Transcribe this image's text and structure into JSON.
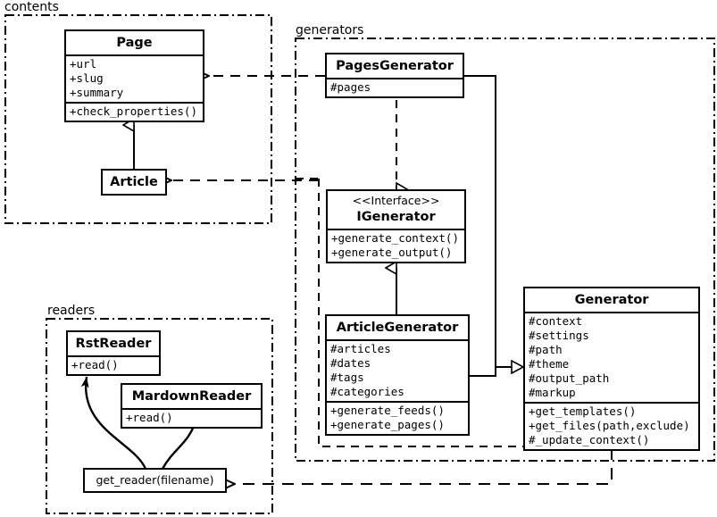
{
  "diagram": {
    "kind": "uml-class-diagram",
    "packages": [
      {
        "id": "contents",
        "label": "contents"
      },
      {
        "id": "generators",
        "label": "generators"
      },
      {
        "id": "readers",
        "label": "readers"
      }
    ]
  },
  "classes": {
    "page": {
      "name": "Page",
      "attributes": [
        "+url",
        "+slug",
        "+summary"
      ],
      "methods": [
        "+check_properties()"
      ]
    },
    "article": {
      "name": "Article",
      "attributes": [],
      "methods": []
    },
    "pages_generator": {
      "name": "PagesGenerator",
      "attributes": [
        "#pages"
      ],
      "methods": []
    },
    "igenerator": {
      "stereotype": "<<Interface>>",
      "name": "IGenerator",
      "attributes": [],
      "methods": [
        "+generate_context()",
        "+generate_output()"
      ]
    },
    "article_generator": {
      "name": "ArticleGenerator",
      "attributes": [
        "#articles",
        "#dates",
        "#tags",
        "#categories"
      ],
      "methods": [
        "+generate_feeds()",
        "+generate_pages()"
      ]
    },
    "generator": {
      "name": "Generator",
      "attributes": [
        "#context",
        "#settings",
        "#path",
        "#theme",
        "#output_path",
        "#markup"
      ],
      "methods": [
        "+get_templates()",
        "+get_files(path,exclude)",
        "#_update_context()"
      ]
    },
    "rst_reader": {
      "name": "RstReader",
      "attributes": [],
      "methods": [
        "+read()"
      ]
    },
    "mardown_reader": {
      "name": "MardownReader",
      "attributes": [],
      "methods": [
        "+read()"
      ]
    },
    "get_reader": {
      "name": "get_reader(filename)"
    }
  },
  "relations": [
    {
      "id": "page-article-generalization",
      "from": "Article",
      "to": "Page",
      "type": "generalization"
    },
    {
      "id": "pagesgenerator-page-dependency",
      "from": "PagesGenerator",
      "to": "Page",
      "type": "dependency"
    },
    {
      "id": "pagesgenerator-article-dependency",
      "from": "PagesGenerator",
      "to": "Article",
      "type": "dependency"
    },
    {
      "id": "pagesgenerator-igenerator-realize",
      "from": "PagesGenerator",
      "to": "IGenerator",
      "type": "realization"
    },
    {
      "id": "articlegenerator-igenerator-realize",
      "from": "ArticleGenerator",
      "to": "IGenerator",
      "type": "generalization"
    },
    {
      "id": "pagesgenerator-generator-general",
      "from": "PagesGenerator",
      "to": "Generator",
      "type": "generalization"
    },
    {
      "id": "articlegenerator-generator-general",
      "from": "ArticleGenerator",
      "to": "Generator",
      "type": "generalization"
    },
    {
      "id": "generator-getreader-dependency",
      "from": "Generator",
      "to": "get_reader",
      "type": "dependency"
    },
    {
      "id": "getreader-rstreader-assoc",
      "from": "get_reader",
      "to": "RstReader",
      "type": "association"
    },
    {
      "id": "getreader-mardownreader-assoc",
      "from": "get_reader",
      "to": "MardownReader",
      "type": "association"
    }
  ],
  "colors": {
    "stroke": "#000000",
    "fill": "#ffffff"
  }
}
